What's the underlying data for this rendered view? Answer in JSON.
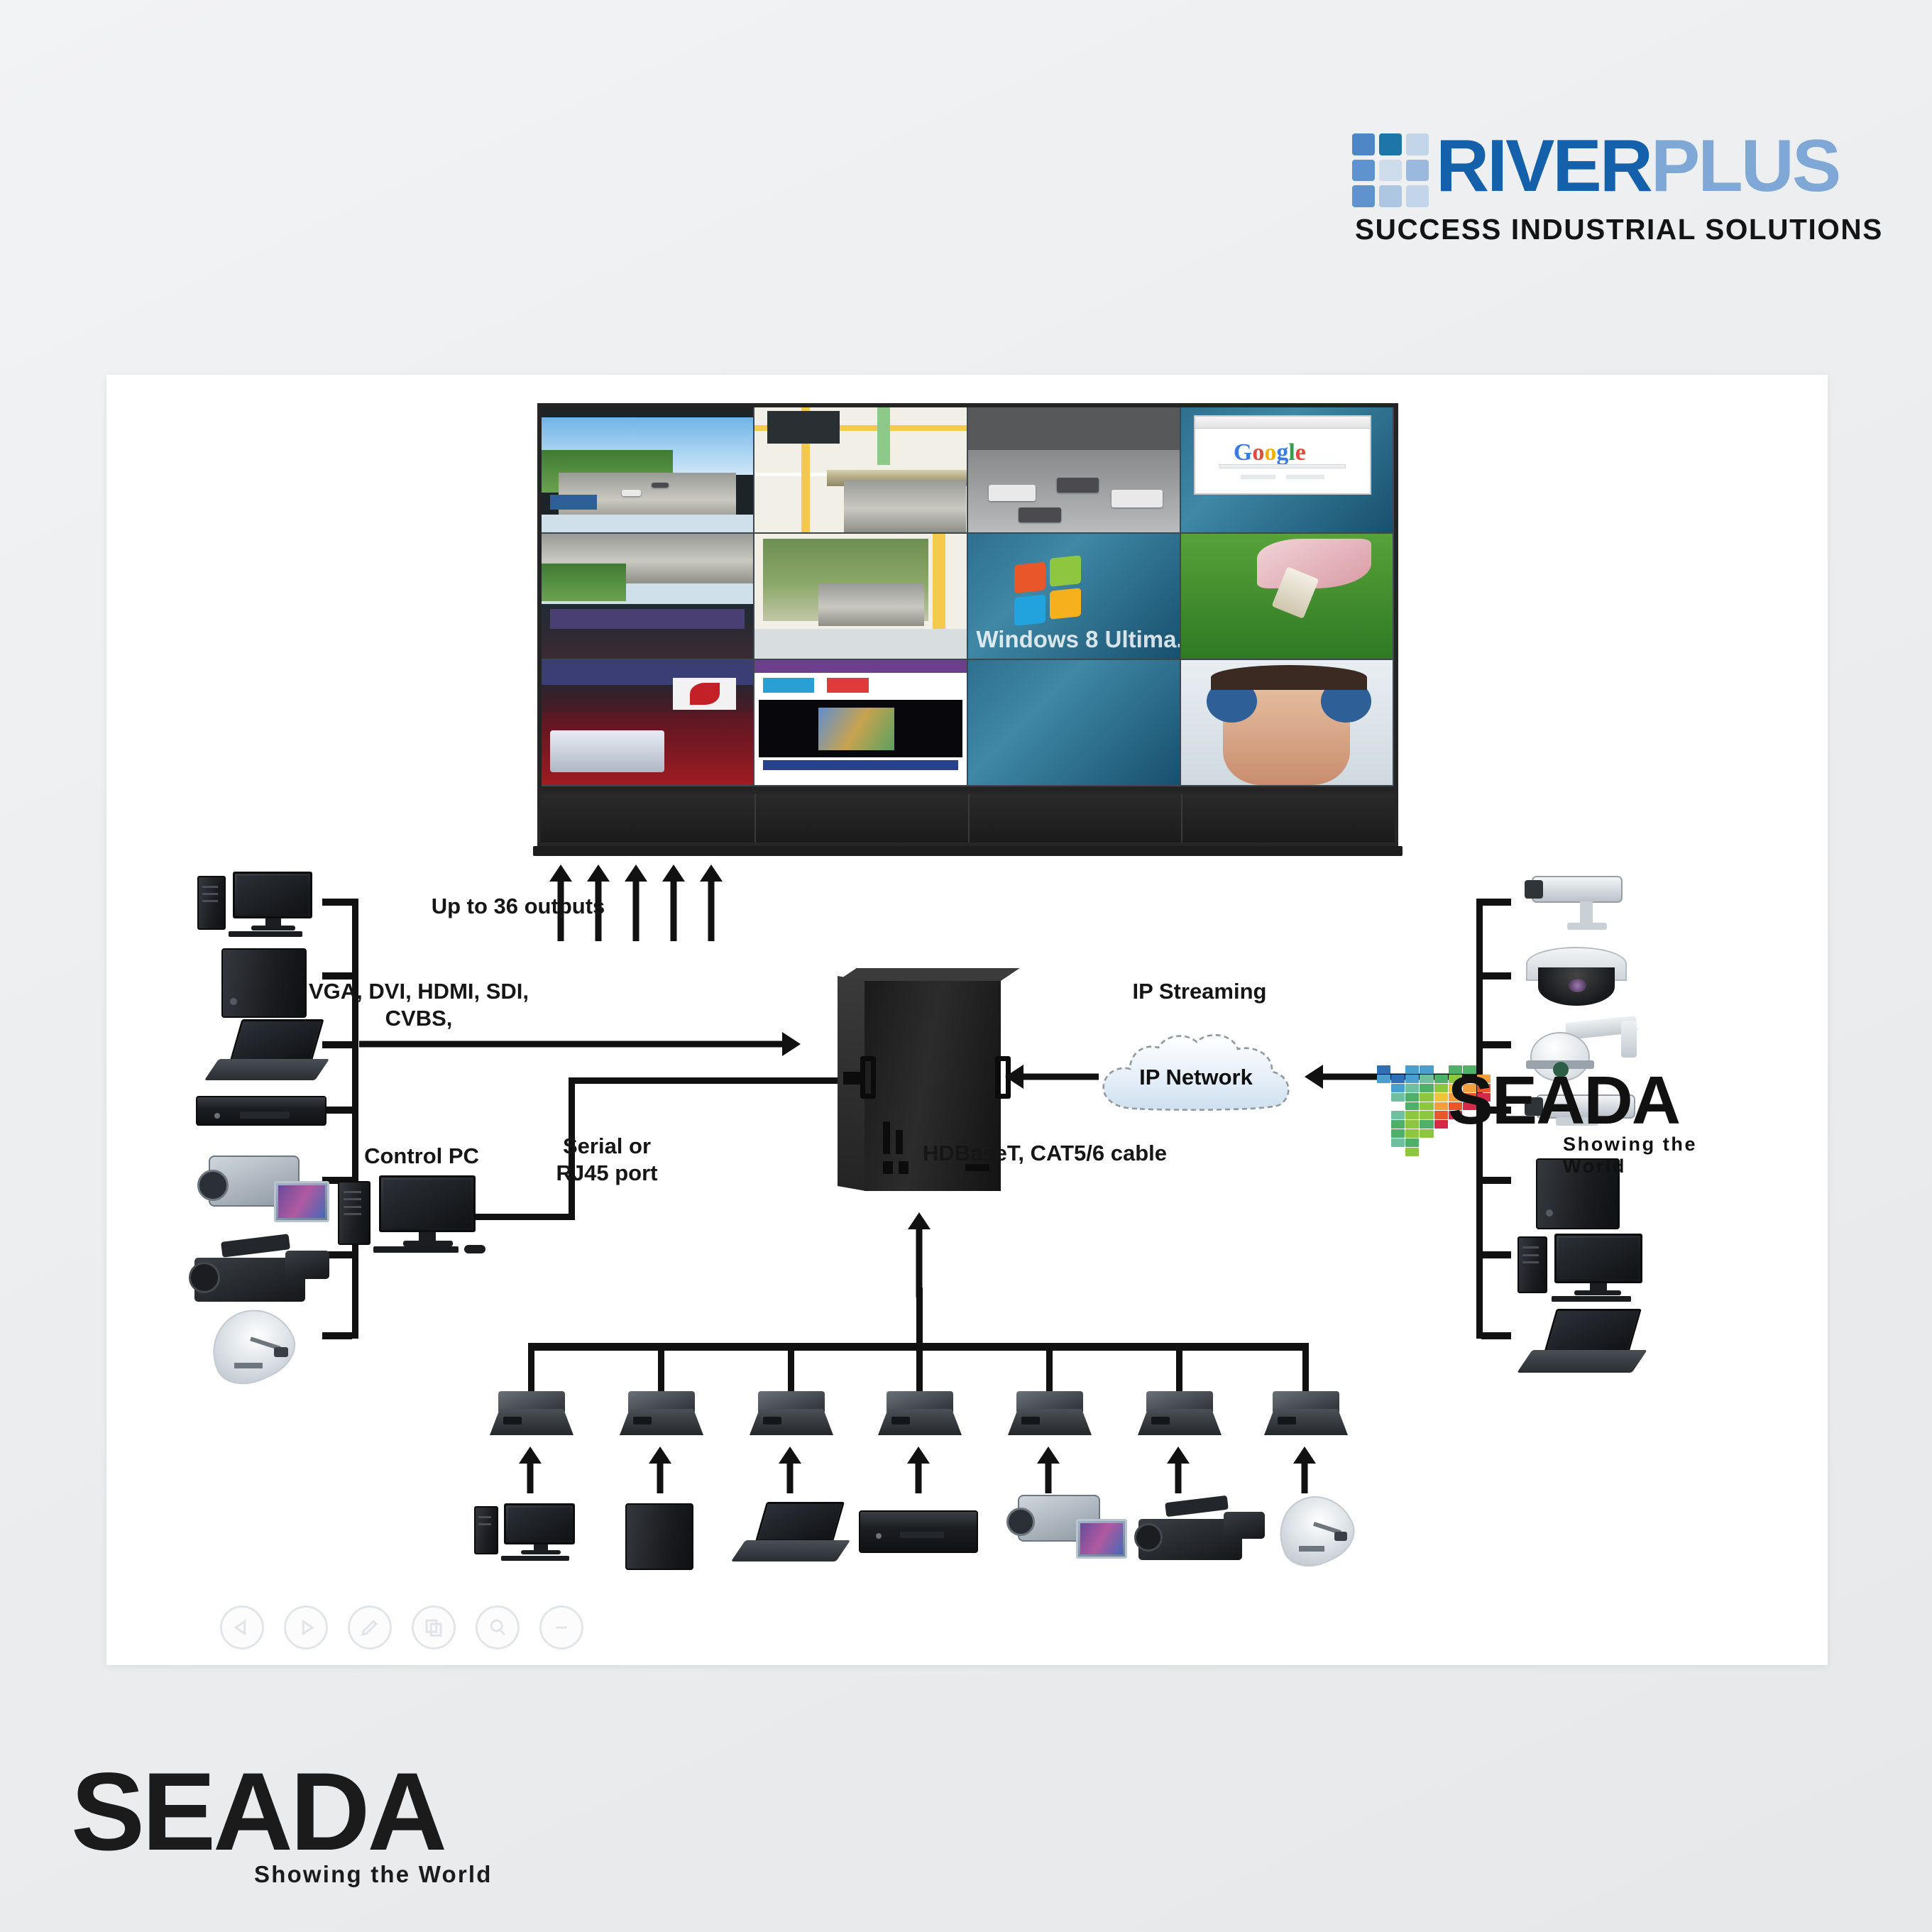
{
  "header": {
    "brand_primary": "RIVER",
    "brand_secondary": "PLUS",
    "tagline": "SUCCESS INDUSTRIAL SOLUTIONS",
    "color_primary": "#1560ab",
    "color_secondary": "#7fa8d6"
  },
  "diagram": {
    "labels": {
      "outputs": "Up to 36 outputs",
      "input_formats": "VGA, DVI, HDMI, SDI,\nCVBS,",
      "control_pc": "Control PC",
      "control_port": "Serial or\nRJ45 port",
      "ip_streaming": "IP Streaming",
      "ip_network": "IP Network",
      "hdbaset": "HDBaseT, CAT5/6 cable"
    },
    "output_arrow_count": 5,
    "left_sources": [
      {
        "name": "desktop-pc"
      },
      {
        "name": "server-tower"
      },
      {
        "name": "laptop"
      },
      {
        "name": "dvd-player"
      },
      {
        "name": "camcorder"
      },
      {
        "name": "professional-video-camera"
      },
      {
        "name": "satellite-dish"
      }
    ],
    "right_sources": [
      {
        "name": "bullet-ip-camera"
      },
      {
        "name": "dome-ip-camera"
      },
      {
        "name": "ptz-ip-camera"
      },
      {
        "name": "bullet-ip-camera-2"
      },
      {
        "name": "server-tower"
      },
      {
        "name": "desktop-pc"
      },
      {
        "name": "laptop"
      }
    ],
    "hdbaset_extenders": [
      {
        "name": "extender-1",
        "source": "desktop-pc"
      },
      {
        "name": "extender-2",
        "source": "server-tower"
      },
      {
        "name": "extender-3",
        "source": "laptop"
      },
      {
        "name": "extender-4",
        "source": "dvd-player"
      },
      {
        "name": "extender-5",
        "source": "camcorder"
      },
      {
        "name": "extender-6",
        "source": "professional-video-camera"
      },
      {
        "name": "extender-7",
        "source": "satellite-dish"
      }
    ]
  },
  "video_wall": {
    "columns": 4,
    "rows": 3,
    "content": {
      "windows_caption": "Windows 8 Ultima...",
      "google_word": "Google"
    }
  },
  "toolbar": {
    "items": [
      {
        "name": "previous-icon",
        "label": "Previous"
      },
      {
        "name": "play-icon",
        "label": "Play"
      },
      {
        "name": "pen-icon",
        "label": "Annotate"
      },
      {
        "name": "copy-icon",
        "label": "Copy"
      },
      {
        "name": "search-icon",
        "label": "Zoom"
      },
      {
        "name": "more-icon",
        "label": "More"
      }
    ]
  },
  "seada_logo": {
    "word": "SEADA",
    "tagline": "Showing the World"
  }
}
